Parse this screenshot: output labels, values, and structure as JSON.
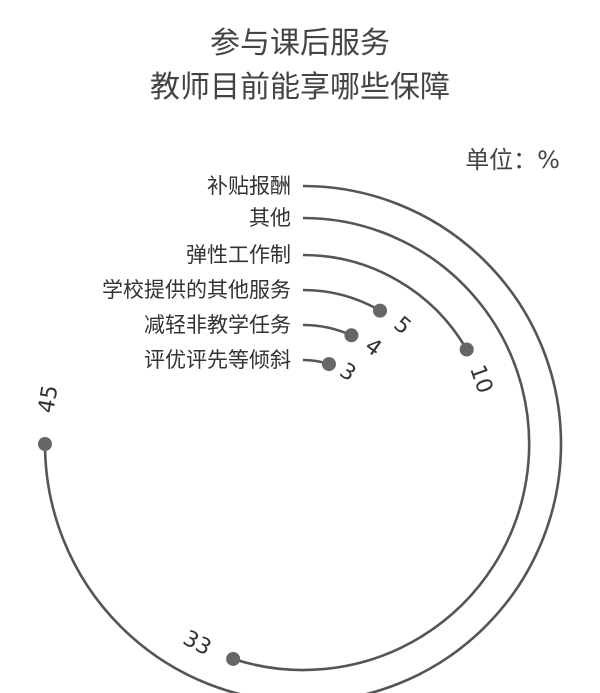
{
  "chart_data": {
    "type": "radial-bar",
    "title": "参与课后服务\n教师目前能享哪些保障",
    "title_lines": [
      "参与课后服务",
      "教师目前能享哪些保障"
    ],
    "unit": "单位：%",
    "categories": [
      "补贴报酬",
      "其他",
      "弹性工作制",
      "学校提供的其他服务",
      "减轻非教学任务",
      "评优评先等倾斜"
    ],
    "values": [
      45,
      33,
      10,
      5,
      4,
      3
    ],
    "colors": {
      "bar": "#555555",
      "dot": "#666666"
    }
  }
}
